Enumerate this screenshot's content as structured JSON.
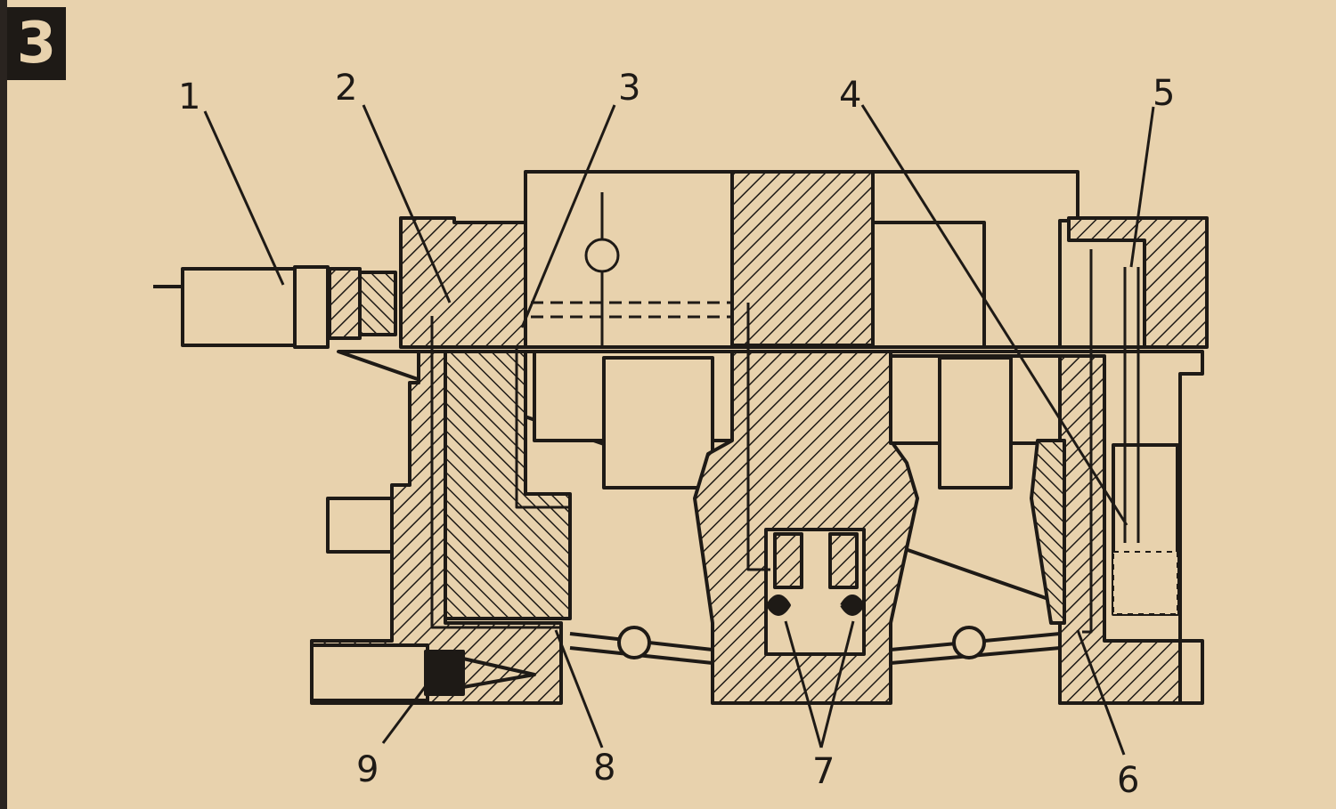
{
  "figure": {
    "badge": "3",
    "callouts": [
      {
        "id": "1",
        "label": "1"
      },
      {
        "id": "2",
        "label": "2"
      },
      {
        "id": "3",
        "label": "3"
      },
      {
        "id": "4",
        "label": "4"
      },
      {
        "id": "5",
        "label": "5"
      },
      {
        "id": "6",
        "label": "6"
      },
      {
        "id": "7",
        "label": "7"
      },
      {
        "id": "8",
        "label": "8"
      },
      {
        "id": "9",
        "label": "9"
      }
    ]
  },
  "colors": {
    "paper": "#e8d2ad",
    "ink": "#1e1a16"
  }
}
